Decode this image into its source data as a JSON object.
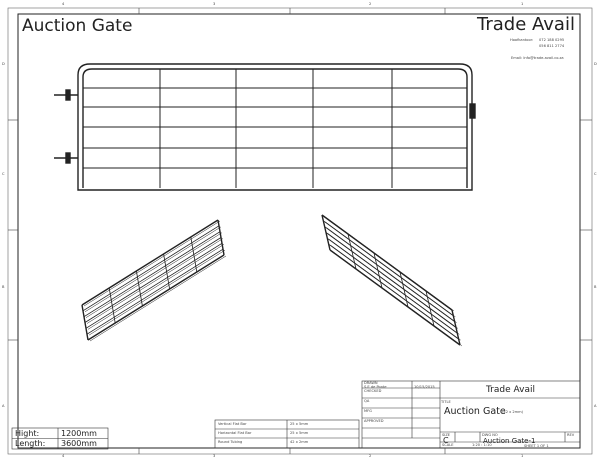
{
  "title": "Auction Gate",
  "company": {
    "name": "Trade Avail",
    "phone_label": "Hoofkantoor:",
    "phone1": "072 188 0295",
    "phone2": "056 811 2774",
    "email": "Email: Info@trade-avail.co.za"
  },
  "border": {
    "columns": [
      "4",
      "3",
      "2",
      "1"
    ],
    "rows": [
      "D",
      "C",
      "B",
      "A"
    ]
  },
  "dimensions": [
    {
      "label": "Hight:",
      "value": "1200mm"
    },
    {
      "label": "Length:",
      "value": "3600mm"
    }
  ],
  "materials": [
    {
      "name": "Vertical Flat Bar",
      "size": "25 x 5mm"
    },
    {
      "name": "Horizontal Flat Bar",
      "size": "25 x 5mm"
    },
    {
      "name": "Round Tubing",
      "size": "42 x 2mm"
    }
  ],
  "title_block": {
    "drawn_label": "DRAWN",
    "drawn_by": "S.E de Ponte",
    "drawn_date": "10/15/2015",
    "checked_label": "CHECKED",
    "qa_label": "QA",
    "mfg_label": "MFG",
    "approved_label": "APPROVED",
    "company": "Trade Avail",
    "title_label": "TITLE",
    "title": "Auction Gate",
    "title_sub": "(42 x 2mm)",
    "size_label": "SIZE",
    "size": "C",
    "dwg_label": "DWG NO",
    "dwg_no": "Auction Gate-1",
    "rev_label": "REV",
    "scale_label": "SCALE",
    "scale": "1:20 : 1:10",
    "sheet": "SHEET 1 OF 1"
  }
}
